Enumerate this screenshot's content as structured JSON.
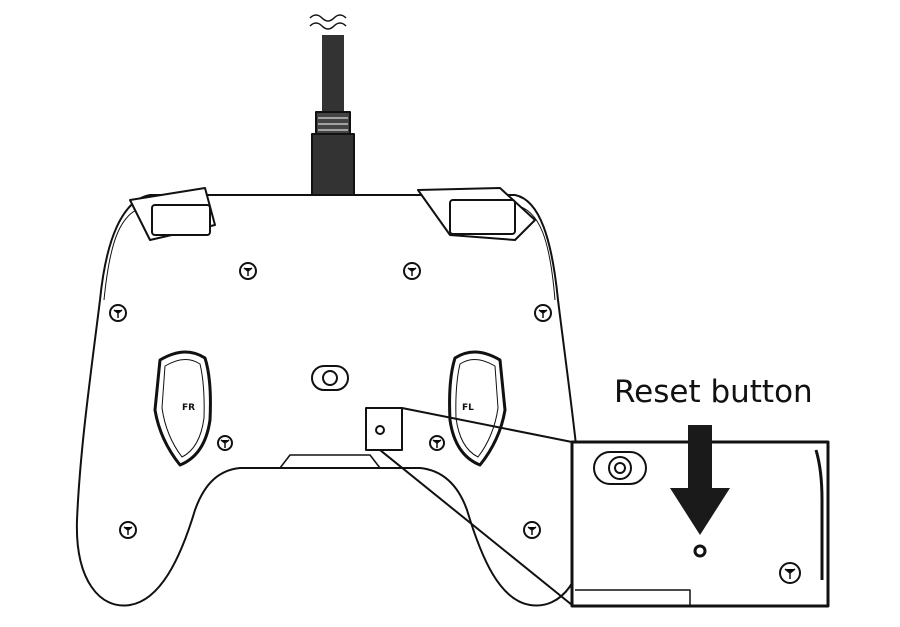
{
  "callout": {
    "label": "Reset button"
  },
  "paddles": {
    "right_label": "FR",
    "left_label": "FL"
  },
  "colors": {
    "line": "#111111",
    "background": "#ffffff",
    "arrow": "#1a1a1a"
  }
}
